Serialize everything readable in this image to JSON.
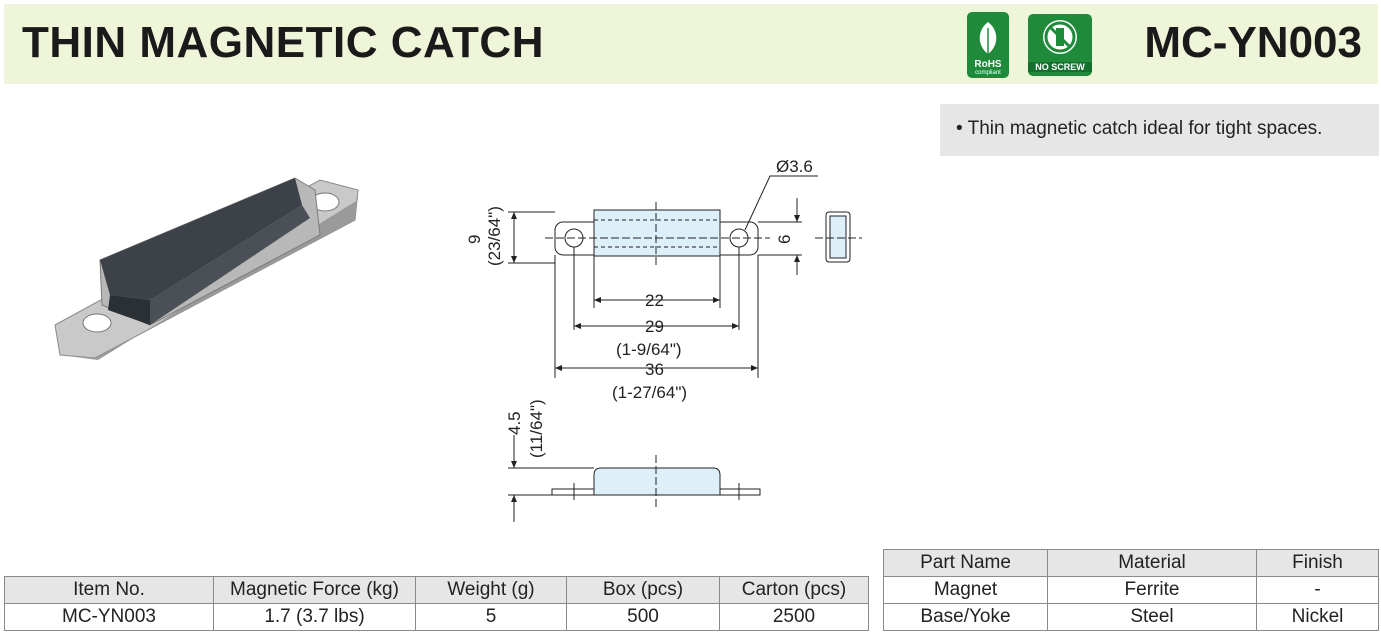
{
  "header": {
    "title": "THIN MAGNETIC CATCH",
    "model": "MC-YN003",
    "badges": {
      "rohs": "RoHS",
      "rohs_sub": "compliant",
      "noscrew": "NO SCREW"
    }
  },
  "features": [
    "• Thin magnetic catch ideal for tight spaces."
  ],
  "drawing": {
    "hole_dia": "Ø3.6",
    "width": "9",
    "width_in": "(23/64\")",
    "inner": "6",
    "dim_22": "22",
    "dim_29": "29",
    "dim_29_in": "(1-9/64\")",
    "dim_36": "36",
    "dim_36_in": "(1-27/64\")",
    "height": "4.5",
    "height_in": "(11/64\")"
  },
  "spec_table": {
    "headers": [
      "Item No.",
      "Magnetic Force (kg)",
      "Weight (g)",
      "Box (pcs)",
      "Carton (pcs)"
    ],
    "rows": [
      [
        "MC-YN003",
        "1.7 (3.7 lbs)",
        "5",
        "500",
        "2500"
      ]
    ]
  },
  "parts_table": {
    "headers": [
      "Part Name",
      "Material",
      "Finish"
    ],
    "rows": [
      [
        "Magnet",
        "Ferrite",
        "-"
      ],
      [
        "Base/Yoke",
        "Steel",
        "Nickel"
      ]
    ]
  },
  "colors": {
    "header_bg": "#eef5d9",
    "badge_green": "#1e8a3a",
    "table_header_bg": "#e6e6e6",
    "drawing_fill": "#ddf0fa"
  }
}
